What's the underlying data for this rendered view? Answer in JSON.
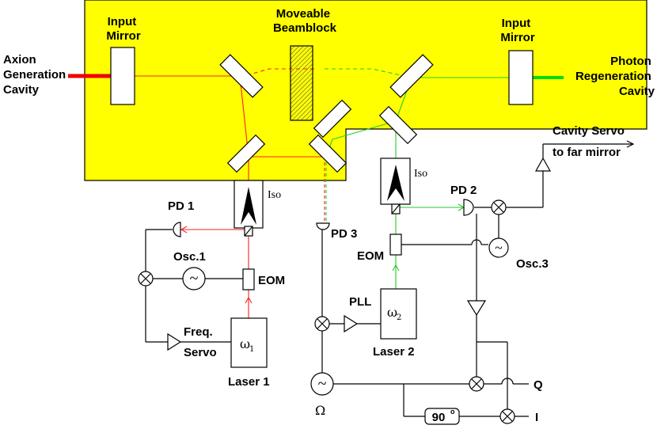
{
  "labels": {
    "input_mirror_left": [
      "Input",
      "Mirror"
    ],
    "moveable_beamblock": [
      "Moveable",
      "Beamblock"
    ],
    "input_mirror_right": [
      "Input",
      "Mirror"
    ],
    "axion_cavity": [
      "Axion",
      "Generation",
      "Cavity"
    ],
    "photon_cavity": [
      "Photon",
      "Regeneration",
      "Cavity"
    ],
    "cavity_servo": [
      "Cavity  Servo",
      "to far mirror"
    ],
    "iso_left": "Iso",
    "iso_right": "Iso",
    "pd1": "PD 1",
    "pd2": "PD 2",
    "pd3": "PD 3",
    "osc1": "Osc.1",
    "osc3": "Osc.3",
    "eom_left": "EOM",
    "eom_right": "EOM",
    "freq_servo": [
      "Freq.",
      "Servo"
    ],
    "laser1": "Laser 1",
    "laser2": "Laser 2",
    "omega1": "ω",
    "omega1_sub": "1",
    "omega2": "ω",
    "omega2_sub": "2",
    "pll": "PLL",
    "omega_cap": "Ω",
    "phase": "90",
    "phase_deg": "o",
    "out_q": "Q",
    "out_i": "I",
    "sine": "~"
  },
  "colors": {
    "table": "#ffff00",
    "beam_red": "#ff2020",
    "beam_green": "#22cc22",
    "axion_port": "#ee0000",
    "photon_port": "#00dd00"
  }
}
